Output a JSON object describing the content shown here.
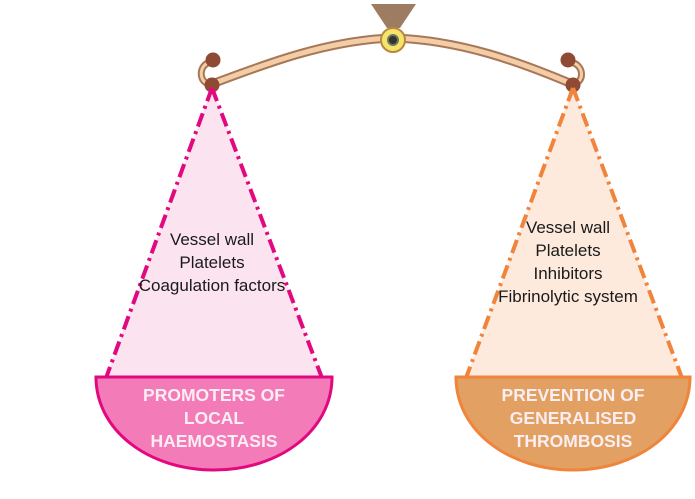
{
  "left_pan": {
    "items": [
      "Vessel wall",
      "Platelets",
      "Coagulation factors"
    ],
    "label_lines": [
      "PROMOTERS OF",
      "LOCAL",
      "HAEMOSTASIS"
    ],
    "color": "#e2087f",
    "fill": "#f27bb8"
  },
  "right_pan": {
    "items": [
      "Vessel wall",
      "Platelets",
      "Inhibitors",
      "Fibrinolytic system"
    ],
    "label_lines": [
      "PREVENTION OF",
      "GENERALISED",
      "THROMBOSIS"
    ],
    "color": "#f0843c",
    "fill": "#e2a062"
  }
}
